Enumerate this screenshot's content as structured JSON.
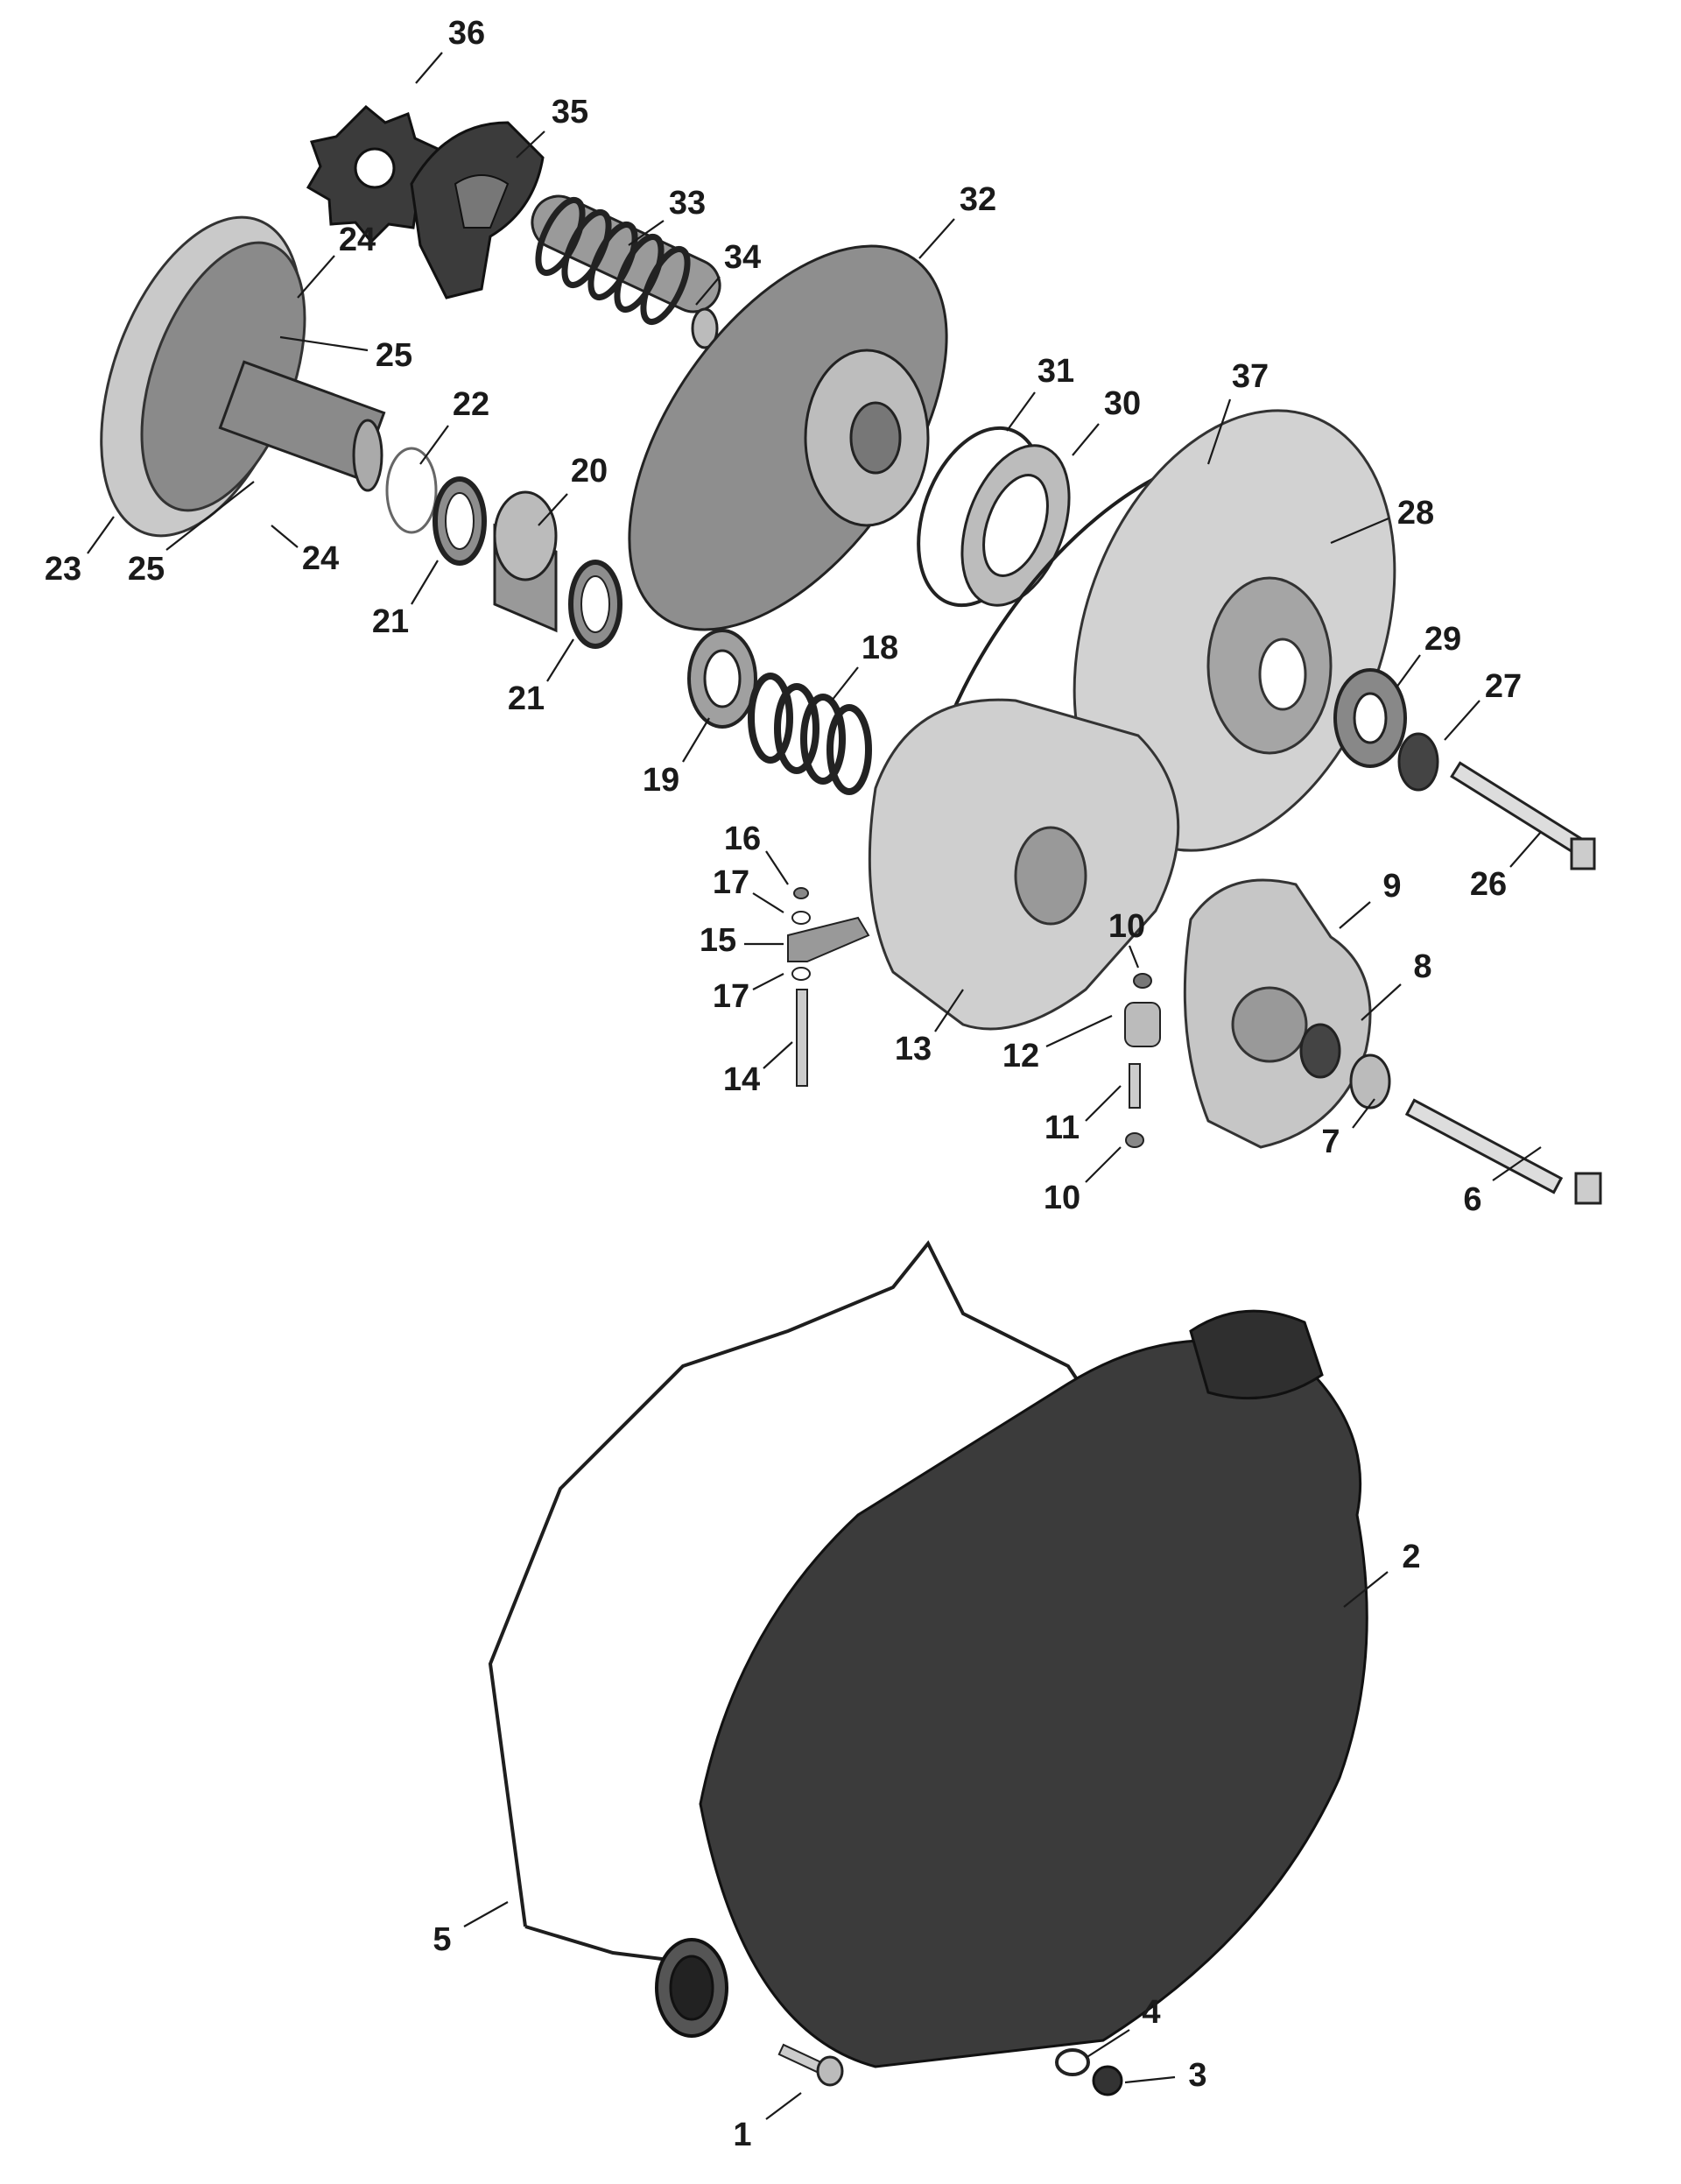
{
  "callouts": [
    {
      "label": "36"
    },
    {
      "label": "35"
    },
    {
      "label": "33"
    },
    {
      "label": "34"
    },
    {
      "label": "32"
    },
    {
      "label": "24"
    },
    {
      "label": "25"
    },
    {
      "label": "22"
    },
    {
      "label": "20"
    },
    {
      "label": "31"
    },
    {
      "label": "30"
    },
    {
      "label": "37"
    },
    {
      "label": "28"
    },
    {
      "label": "23"
    },
    {
      "label": "25"
    },
    {
      "label": "24"
    },
    {
      "label": "21"
    },
    {
      "label": "21"
    },
    {
      "label": "18"
    },
    {
      "label": "29"
    },
    {
      "label": "27"
    },
    {
      "label": "19"
    },
    {
      "label": "16"
    },
    {
      "label": "17"
    },
    {
      "label": "15"
    },
    {
      "label": "17"
    },
    {
      "label": "14"
    },
    {
      "label": "13"
    },
    {
      "label": "10"
    },
    {
      "label": "9"
    },
    {
      "label": "8"
    },
    {
      "label": "26"
    },
    {
      "label": "12"
    },
    {
      "label": "11"
    },
    {
      "label": "7"
    },
    {
      "label": "10"
    },
    {
      "label": "6"
    },
    {
      "label": "2"
    },
    {
      "label": "5"
    },
    {
      "label": "4"
    },
    {
      "label": "3"
    },
    {
      "label": "1"
    }
  ],
  "colors": {
    "ink": "#1a1a1a",
    "part_dark": "#3b3b3b",
    "part_mid": "#8d8d8d",
    "part_light": "#c9c9c9",
    "background": "#ffffff"
  }
}
